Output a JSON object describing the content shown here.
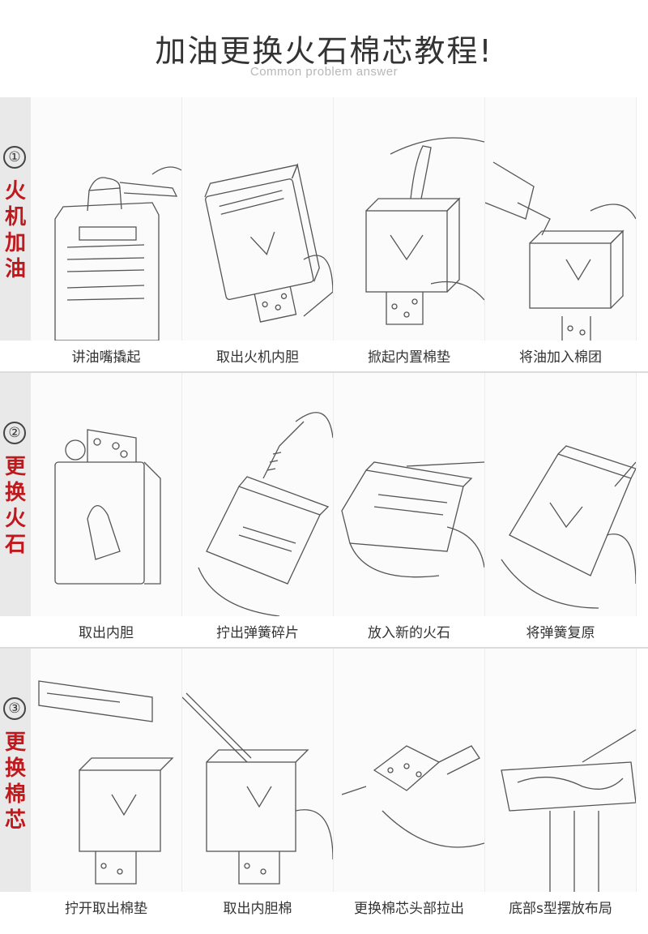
{
  "header": {
    "title": "加油更换火石棉芯教程!",
    "subtitle": "Common problem answer"
  },
  "sections": [
    {
      "number": "①",
      "label": [
        "火",
        "机",
        "加",
        "油"
      ],
      "steps": [
        "讲油嘴撬起",
        "取出火机内胆",
        "掀起内置棉垫",
        "将油加入棉团"
      ]
    },
    {
      "number": "②",
      "label": [
        "更",
        "换",
        "火",
        "石"
      ],
      "steps": [
        "取出内胆",
        "拧出弹簧碎片",
        "放入新的火石",
        "将弹簧复原"
      ]
    },
    {
      "number": "③",
      "label": [
        "更",
        "换",
        "棉",
        "芯"
      ],
      "steps": [
        "拧开取出棉垫",
        "取出内胆棉",
        "更换棉芯头部拉出",
        "底部s型摆放布局"
      ]
    }
  ],
  "colors": {
    "accent": "#c0191d",
    "sidebar": "#e9e9e9",
    "line": "#555555"
  }
}
